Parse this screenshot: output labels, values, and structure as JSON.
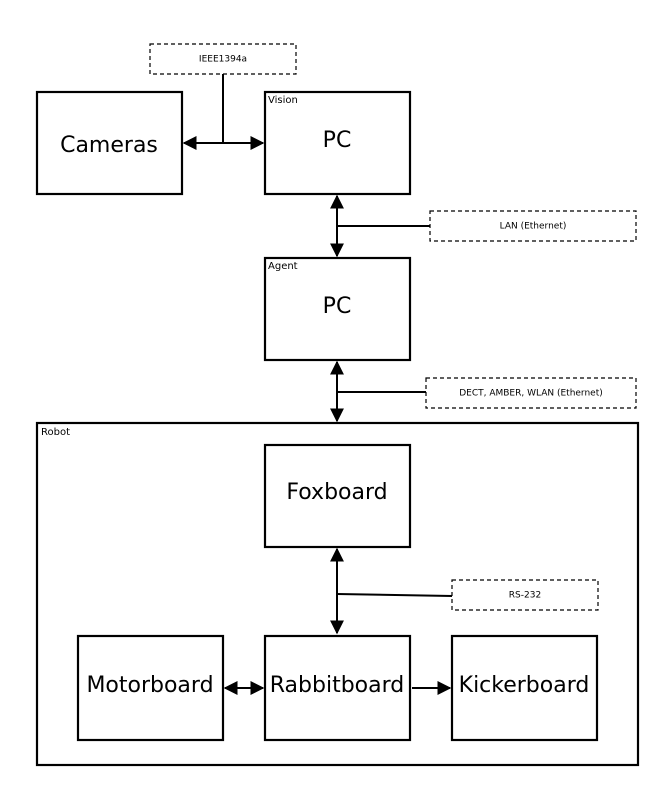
{
  "nodes": {
    "cameras": "Cameras",
    "vision_pc_group": "Vision",
    "vision_pc": "PC",
    "agent_pc_group": "Agent",
    "agent_pc": "PC",
    "robot_group": "Robot",
    "foxboard": "Foxboard",
    "motorboard": "Motorboard",
    "rabbitboard": "Rabbitboard",
    "kickerboard": "Kickerboard"
  },
  "connections": {
    "cameras_to_vision": "IEEE1394a",
    "vision_to_agent": "LAN (Ethernet)",
    "agent_to_robot": "DECT, AMBER, WLAN (Ethernet)",
    "foxboard_to_rabbitboard": "RS-232"
  },
  "colors": {
    "stroke": "#000000",
    "background": "#ffffff"
  }
}
